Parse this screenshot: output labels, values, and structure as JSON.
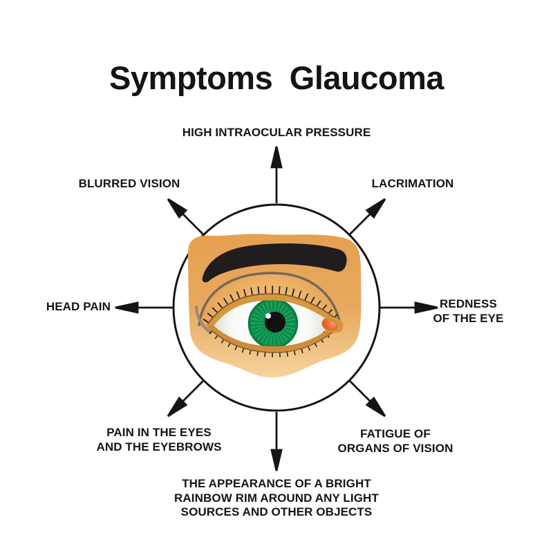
{
  "title": "Symptoms Glaucoma",
  "diagram": {
    "type": "radial-symptom-diagram",
    "center_illustration": "left eye with black eyebrow and green iris inside black outlined circle",
    "symptoms": [
      {
        "position": "top",
        "lines": [
          "HIGH INTRAOCULAR PRESSURE"
        ]
      },
      {
        "position": "top-left",
        "lines": [
          "BLURRED VISION"
        ]
      },
      {
        "position": "top-right",
        "lines": [
          "LACRIMATION"
        ]
      },
      {
        "position": "left",
        "lines": [
          "HEAD PAIN"
        ]
      },
      {
        "position": "right",
        "lines": [
          "REDNESS",
          "OF THE EYE"
        ]
      },
      {
        "position": "bottom-left",
        "lines": [
          "PAIN IN THE EYES",
          "AND THE EYEBROWS"
        ]
      },
      {
        "position": "bottom-right",
        "lines": [
          "FATIGUE OF",
          "ORGANS OF VISION"
        ]
      },
      {
        "position": "bottom",
        "lines": [
          "THE APPEARANCE OF A BRIGHT",
          "RAINBOW RIM AROUND ANY LIGHT",
          "SOURCES AND OTHER OBJECTS"
        ]
      }
    ]
  },
  "colors": {
    "background": "#FFFFFF",
    "text": "#171314",
    "outline": "#171314",
    "skin": "#E6A255",
    "skin_light": "#F5D6A2",
    "eyebrow": "#211C1D",
    "eyelid_crease": "#77685A",
    "iris_green": "#0A8C4B",
    "iris_streak": "#2EA566",
    "pupil": "#121011",
    "sclera": "#FFFFFF",
    "lid_margin_tan": "#D6973F",
    "caruncle_orange": "#EF5A24"
  }
}
